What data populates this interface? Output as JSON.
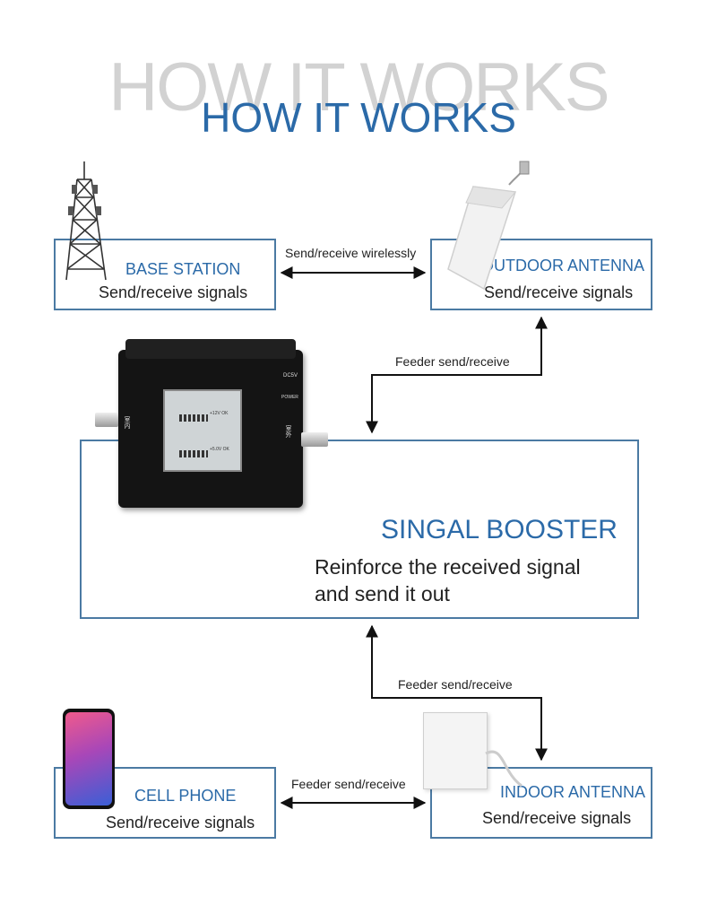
{
  "header": {
    "title_shadow": "HOW IT WORKS",
    "title": "HOW IT WORKS"
  },
  "nodes": {
    "base_station": {
      "title": "BASE STATION",
      "desc": "Send/receive signals"
    },
    "outdoor_antenna": {
      "title": "OUTDOOR ANTENNA",
      "desc": "Send/receive signals"
    },
    "booster": {
      "title": "SINGAL BOOSTER",
      "desc_line1": "Reinforce the received signal",
      "desc_line2": "and send it out"
    },
    "cell_phone": {
      "title": "CELL PHONE",
      "desc": "Send/receive signals"
    },
    "indoor_antenna": {
      "title": "INDOOR ANTENNA",
      "desc": "Send/receive signals"
    }
  },
  "links": {
    "base_outdoor": "Send/receive wirelessly",
    "outdoor_booster": "Feeder send/receive",
    "booster_indoor": "Feeder send/receive",
    "phone_indoor": "Feeder send/receive"
  },
  "device": {
    "label_left": "室内",
    "label_right": "室外",
    "dc": "DC5V",
    "power": "POWER",
    "lcd_row_a": "+12V OK",
    "lcd_row_b": "+5.0V OK"
  },
  "colors": {
    "accent": "#2b6aa8",
    "border": "#4b7aa3",
    "shadow_title": "#d2d2d2"
  }
}
